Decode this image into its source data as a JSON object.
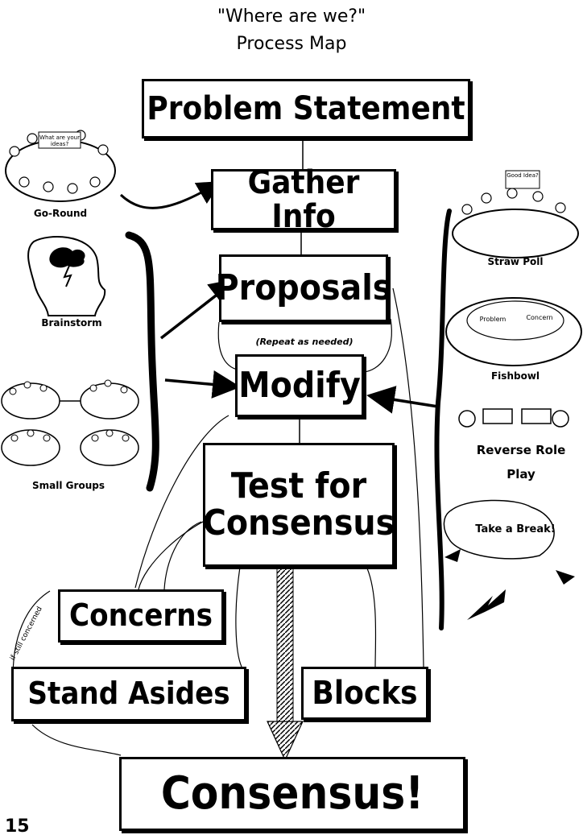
{
  "header": {
    "line1": "\"Where are we?\"",
    "line2": "Process Map"
  },
  "steps": {
    "problem": "Problem Statement",
    "gather": "Gather Info",
    "proposals": "Proposals",
    "modify": "Modify",
    "test_line1": "Test for",
    "test_line2": "Consensus",
    "concerns": "Concerns",
    "stand_asides": "Stand Asides",
    "blocks": "Blocks",
    "consensus": "Consensus!"
  },
  "notes": {
    "repeat": "(Repeat as needed)",
    "side_note": "if still concerned"
  },
  "tools": {
    "go_round": "Go-Round",
    "go_round_bubble": "What are your ideas?",
    "brainstorm": "Brainstorm",
    "small_groups": "Small Groups",
    "straw_poll": "Straw Poll",
    "straw_poll_bubble": "Good Idea?",
    "fishbowl": "Fishbowl",
    "fishbowl_problem": "Problem",
    "fishbowl_concern": "Concern",
    "reverse_role_line1": "Reverse Role",
    "reverse_role_line2": "Play",
    "take_break": "Take a Break!"
  },
  "page_number": "15"
}
